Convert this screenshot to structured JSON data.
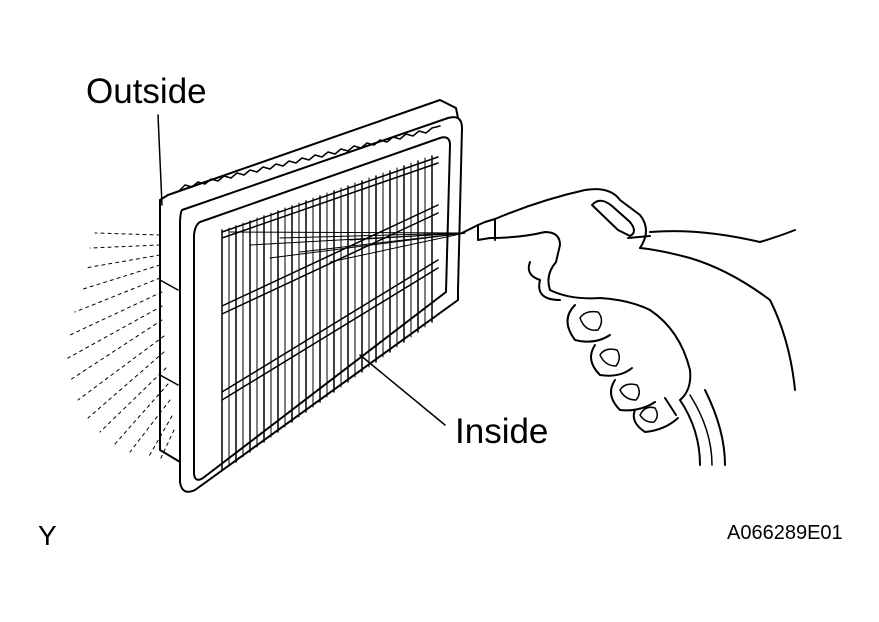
{
  "labels": {
    "outside": "Outside",
    "inside": "Inside",
    "corner_letter": "Y",
    "figure_code": "A066289E01"
  },
  "colors": {
    "line": "#000000",
    "background": "#ffffff"
  }
}
